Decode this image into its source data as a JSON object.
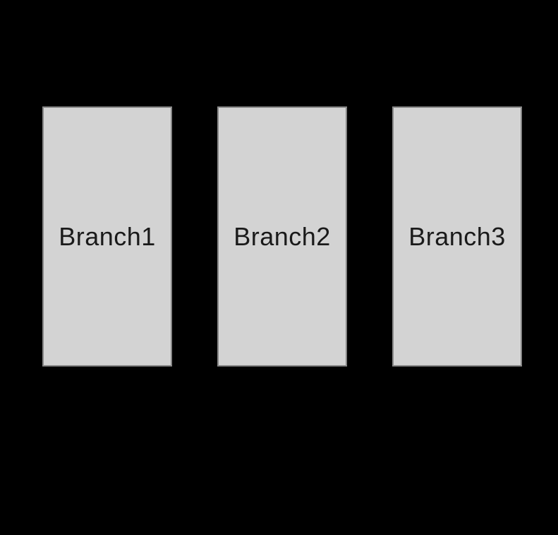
{
  "colors": {
    "background": "#000000",
    "box_fill": "#d3d3d3",
    "box_border": "#878787",
    "label_text": "#1a1a1a"
  },
  "diagram": {
    "boxes": [
      {
        "label": "Branch1"
      },
      {
        "label": "Branch2"
      },
      {
        "label": "Branch3"
      }
    ]
  }
}
